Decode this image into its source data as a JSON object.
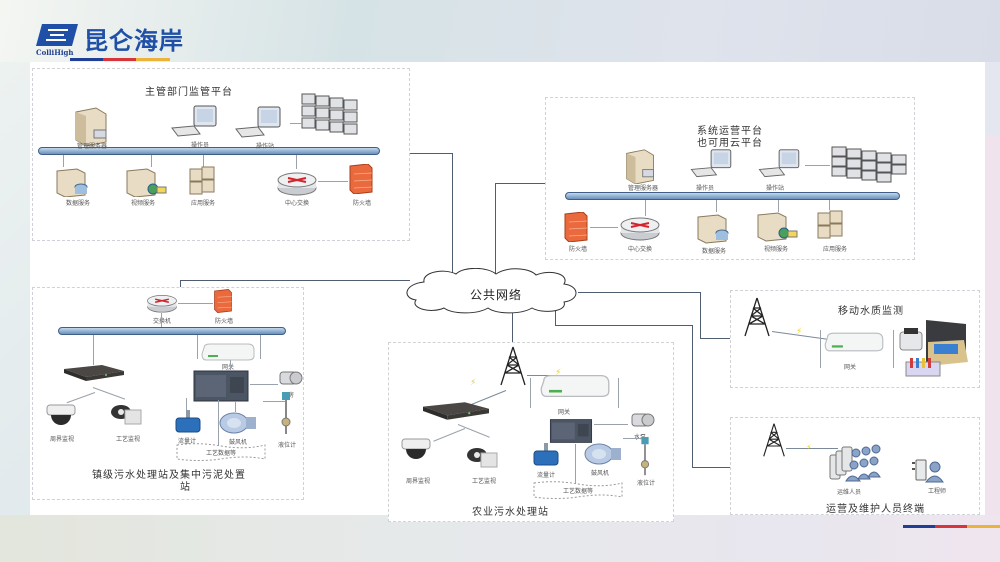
{
  "header": {
    "brand_cn": "昆仑海岸",
    "brand_en": "ColliHigh",
    "accent_colors": [
      "#1e3f95",
      "#d8353a",
      "#eab33c"
    ]
  },
  "diagram": {
    "center": {
      "label": "公共网络"
    },
    "authority_platform": {
      "title": "主管部门监管平台",
      "top_nodes": [
        "管理服务器",
        "操作员",
        "操作站"
      ],
      "bottom_nodes": [
        "数据服务",
        "视频服务",
        "应用服务",
        "中心交换",
        "防火墙"
      ]
    },
    "operation_platform": {
      "title_line1": "系统运营平台",
      "title_line2": "也可用云平台",
      "top_nodes": [
        "管理服务器",
        "操作员",
        "操作站"
      ],
      "bottom_nodes": [
        "防火墙",
        "中心交换",
        "数据服务",
        "视频服务",
        "应用服务"
      ]
    },
    "town_station": {
      "title_line1": "镇级污水处理站及集中污泥处置",
      "title_line2": "站",
      "network_nodes": [
        "交换机",
        "防火墙"
      ],
      "devices": [
        "网关",
        "泵房",
        "流量计",
        "鼓风机",
        "液位计",
        "周界监视",
        "工艺监视"
      ],
      "bracket_label": "工艺数据等"
    },
    "rural_station": {
      "title": "农业污水处理站",
      "devices": [
        "网关",
        "水泵",
        "流量计",
        "鼓风机",
        "液位计",
        "周界监视",
        "工艺监视"
      ],
      "bracket_label": "工艺数据等"
    },
    "mobile_monitoring": {
      "title": "移动水质监测",
      "devices": [
        "网关"
      ]
    },
    "maintenance_terminals": {
      "title": "运营及维护人员终端",
      "devices": [
        "运维人员",
        "工程师"
      ]
    }
  }
}
